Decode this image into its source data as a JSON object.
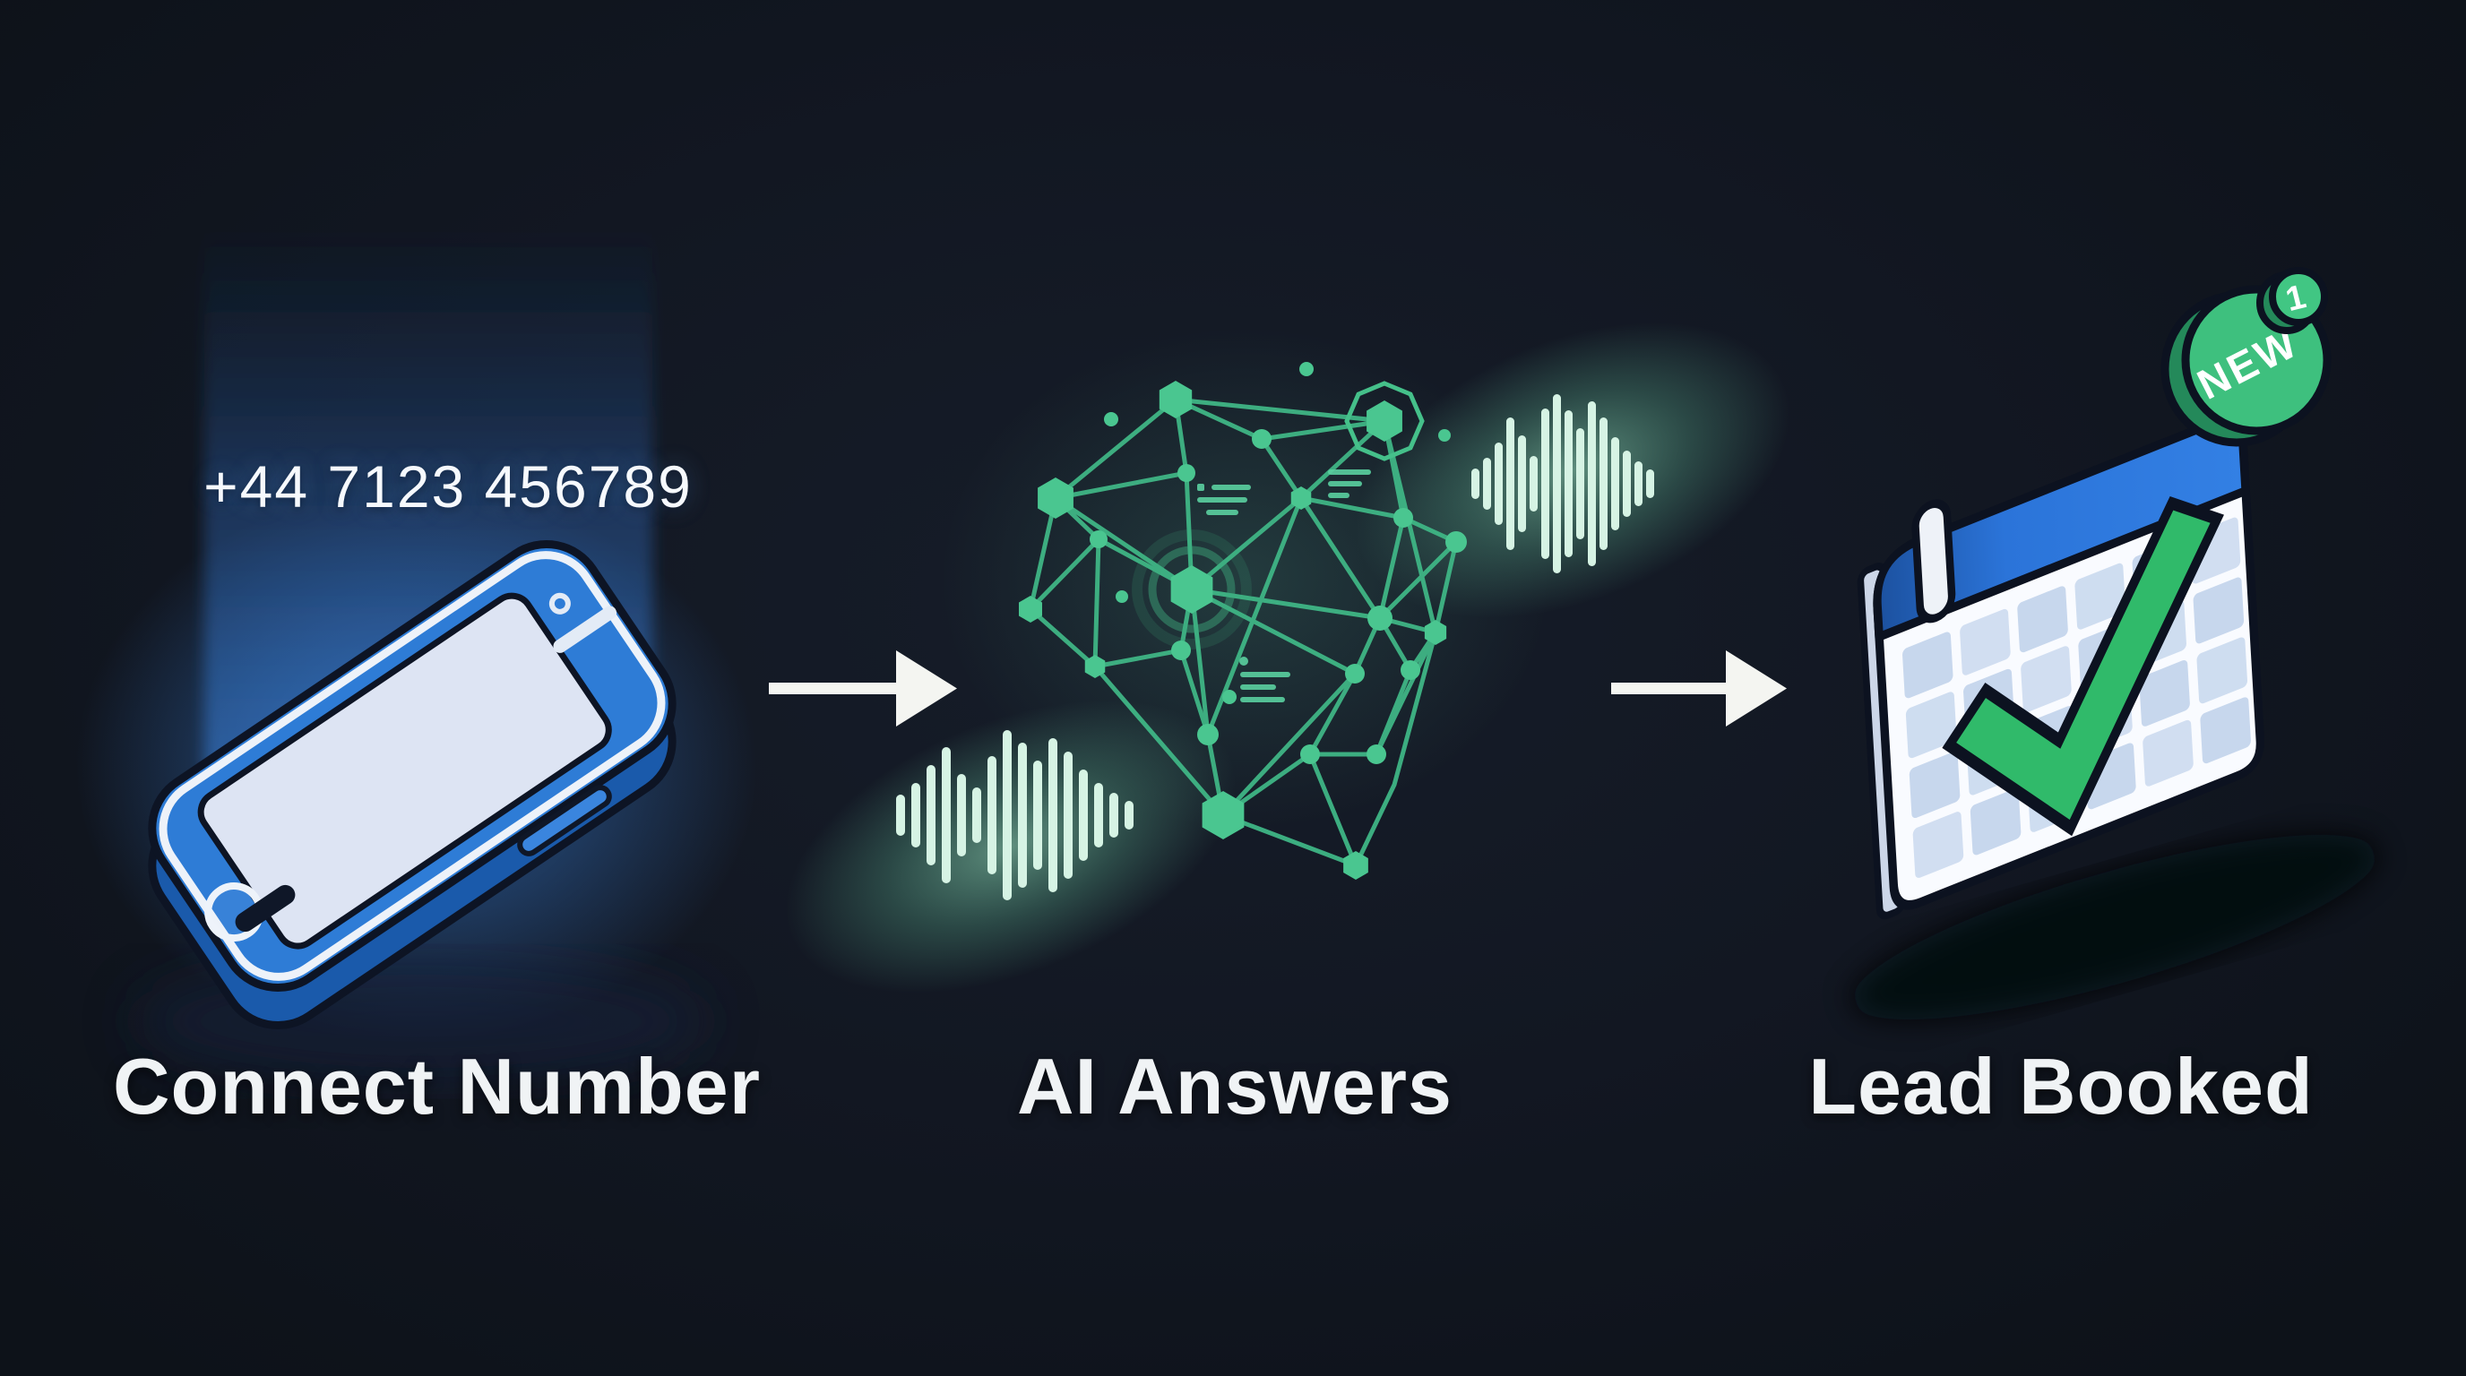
{
  "diagram": {
    "type": "3-step process flow infographic",
    "steps": [
      {
        "id": "connect-number",
        "label": "Connect Number",
        "icon": "smartphone-icon",
        "phone_number": "+44 7123 456789"
      },
      {
        "id": "ai-answers",
        "label": "AI Answers",
        "icon": "ai-network-icon"
      },
      {
        "id": "lead-booked",
        "label": "Lead Booked",
        "icon": "calendar-icon",
        "badge": "NEW",
        "badge_count": "1"
      }
    ],
    "arrows": [
      {
        "name": "flow-arrow-1",
        "direction": "right"
      },
      {
        "name": "flow-arrow-2",
        "direction": "right"
      }
    ]
  },
  "colors": {
    "background": "#11161f",
    "phone_blue": "#2e7cd6",
    "phone_screen": "#dde4f3",
    "glow_blue": "#3c8ce6",
    "network_green": "#45c08a",
    "waveform_mint": "#d6f3e4",
    "calendar_header_blue": "#2b74d9",
    "calendar_grid": "#c7d7ed",
    "check_green": "#30ba6a",
    "badge_green": "#3ec07e",
    "arrow_white": "#f4f5f1",
    "label_text": "#f0f3f5"
  }
}
